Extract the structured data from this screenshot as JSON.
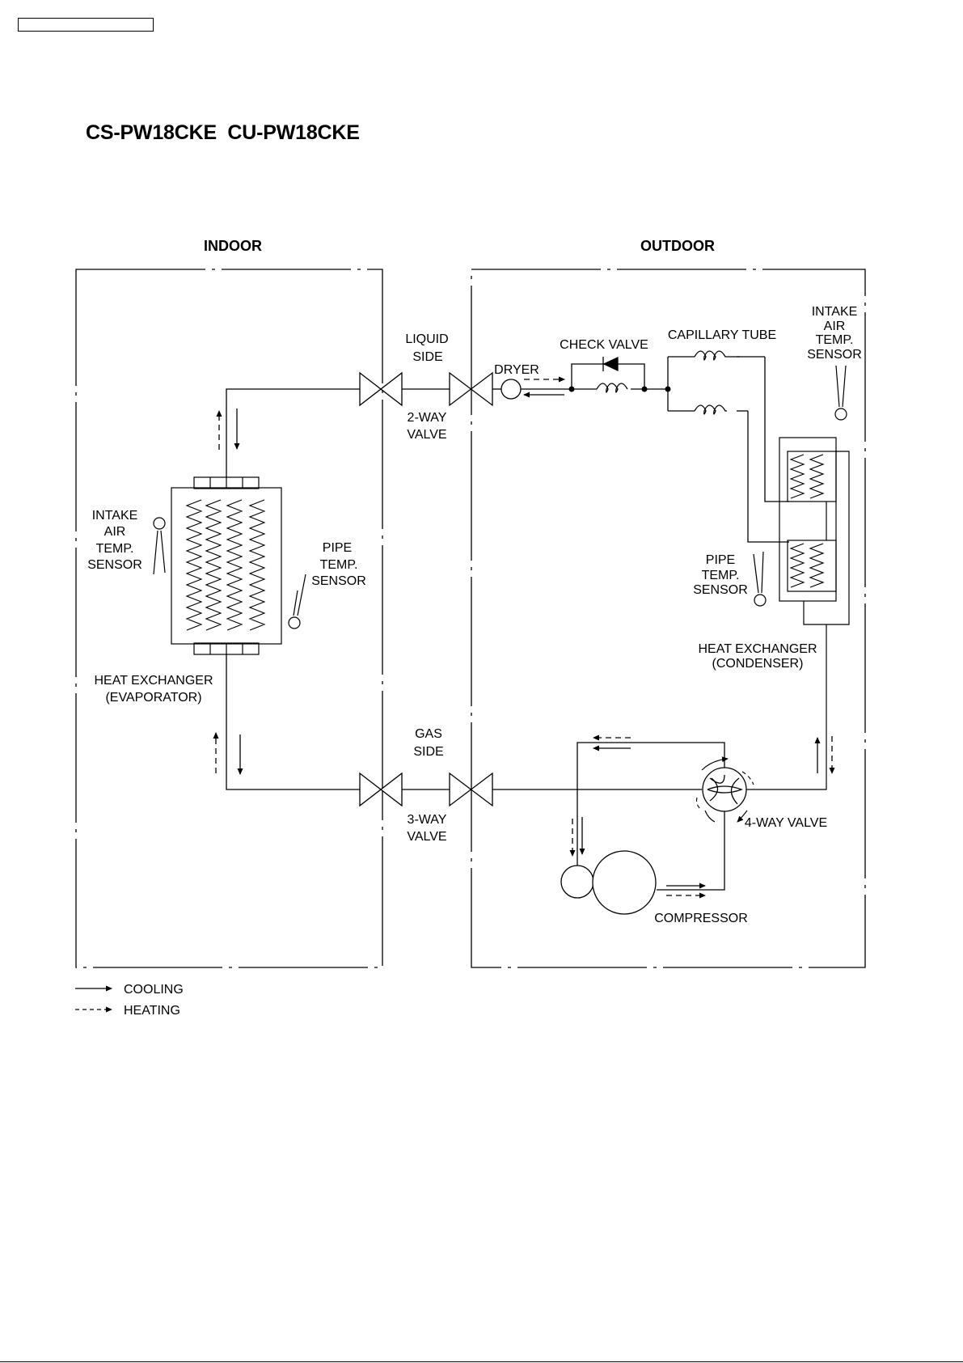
{
  "title": "CS-PW18CKE  CU-PW18CKE",
  "sections": {
    "indoor": "INDOOR",
    "outdoor": "OUTDOOR"
  },
  "labels": {
    "liquid_side": [
      "LIQUID",
      "SIDE"
    ],
    "two_way_valve": [
      "2-WAY",
      "VALVE"
    ],
    "gas_side": [
      "GAS",
      "SIDE"
    ],
    "three_way_valve": [
      "3-WAY",
      "VALVE"
    ],
    "dryer": "DRYER",
    "check_valve": "CHECK VALVE",
    "capillary_tube": "CAPILLARY TUBE",
    "indoor_intake_sensor": [
      "INTAKE",
      "AIR",
      "TEMP.",
      "SENSOR"
    ],
    "indoor_pipe_sensor": [
      "PIPE",
      "TEMP.",
      "SENSOR"
    ],
    "evaporator": [
      "HEAT EXCHANGER",
      "(EVAPORATOR)"
    ],
    "outdoor_intake_sensor": [
      "INTAKE",
      "AIR",
      "TEMP.",
      "SENSOR"
    ],
    "outdoor_pipe_sensor": [
      "PIPE",
      "TEMP.",
      "SENSOR"
    ],
    "condenser": [
      "HEAT EXCHANGER",
      "(CONDENSER)"
    ],
    "four_way_valve": "4-WAY VALVE",
    "compressor": "COMPRESSOR"
  },
  "legend": {
    "cooling": "COOLING",
    "heating": "HEATING"
  }
}
